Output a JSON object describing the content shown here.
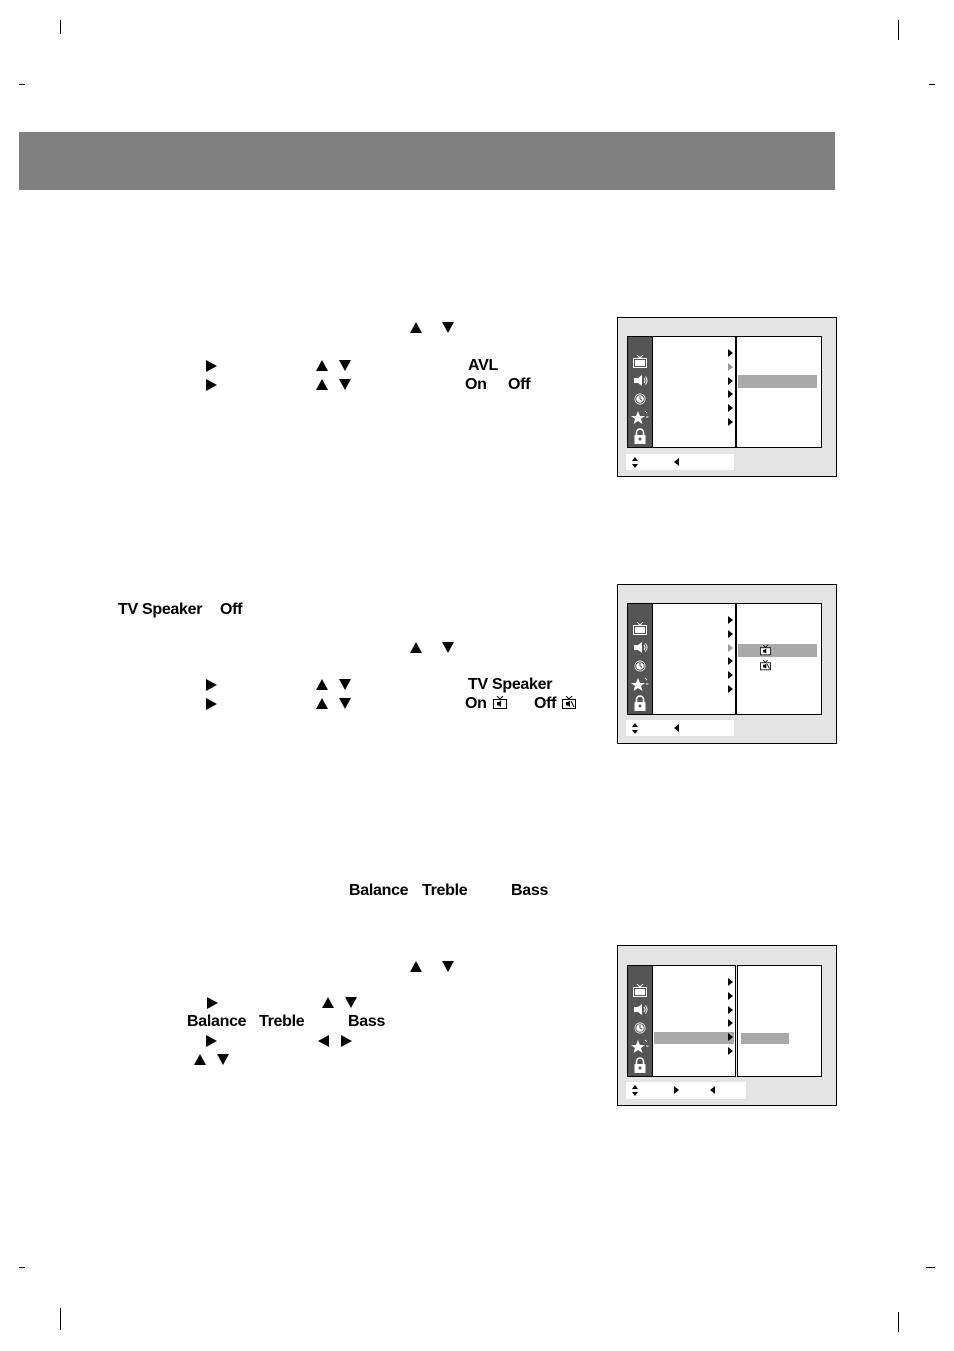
{
  "colors": {
    "header_bar": "#808080",
    "screen_bg": "#e4e4e4",
    "icon_bar": "#555555",
    "highlight": "#a9a9a9"
  },
  "icons": [
    "tv-icon",
    "speaker-icon",
    "clock-icon",
    "star-icon",
    "lock-icon"
  ],
  "section1": {
    "row2": {
      "keyword": "AVL"
    },
    "row3": {
      "on": "On",
      "off": "Off"
    }
  },
  "section2": {
    "intro": {
      "speaker": "TV Speaker",
      "off": "Off"
    },
    "row2": {
      "keyword": "TV Speaker"
    },
    "row3": {
      "on": "On",
      "off": "Off"
    }
  },
  "section3": {
    "intro": {
      "balance": "Balance",
      "treble": "Treble",
      "bass": "Bass"
    },
    "row2": {
      "balance": "Balance",
      "treble": "Treble",
      "bass": "Bass"
    }
  }
}
